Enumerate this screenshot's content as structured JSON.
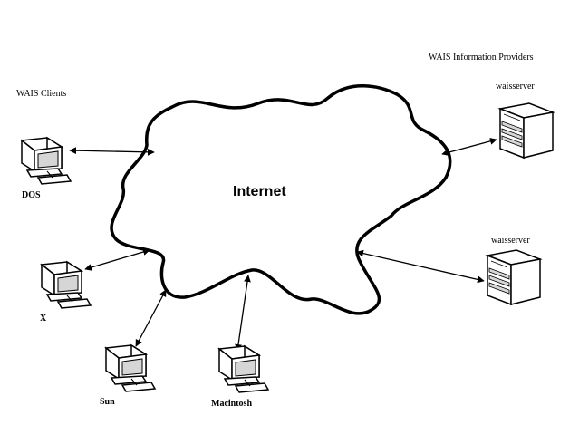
{
  "clients_heading": "WAIS Clients",
  "providers_heading": "WAIS Information Providers",
  "cloud_label": "Internet",
  "clients": [
    {
      "label": "DOS",
      "icon": "computer-icon"
    },
    {
      "label": "X",
      "icon": "computer-icon"
    },
    {
      "label": "Sun",
      "icon": "computer-icon"
    },
    {
      "label": "Macintosh",
      "icon": "computer-icon"
    }
  ],
  "servers": [
    {
      "label": "waisserver",
      "icon": "server-icon"
    },
    {
      "label": "waisserver",
      "icon": "server-icon"
    }
  ],
  "colors": {
    "ink": "#000000",
    "background": "#ffffff",
    "screen": "#d6d6d6"
  }
}
